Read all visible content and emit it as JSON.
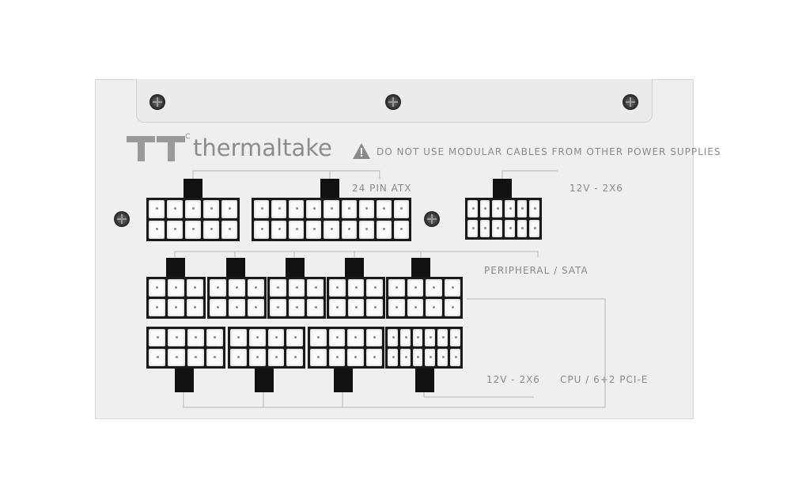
{
  "brand": {
    "logo_text": "TT",
    "name": "thermaltake"
  },
  "warning": {
    "icon": "warning-triangle-icon",
    "text": "DO NOT USE MODULAR CABLES FROM OTHER POWER SUPPLIES"
  },
  "labels": {
    "atx": "24 PIN ATX",
    "top_12v": "12V - 2X6",
    "peripheral": "PERIPHERAL / SATA",
    "bottom_12v": "12V - 2X6",
    "cpu_pcie": "CPU / 6+2 PCI-E"
  },
  "connectors": [
    {
      "name": "atx-10pin",
      "cols": 5,
      "rows": 2
    },
    {
      "name": "atx-18pin",
      "cols": 9,
      "rows": 2
    },
    {
      "name": "12v-2x6-top",
      "cols": 6,
      "rows": 2
    },
    {
      "name": "peripheral-1",
      "cols": 3,
      "rows": 2
    },
    {
      "name": "peripheral-2",
      "cols": 3,
      "rows": 2
    },
    {
      "name": "peripheral-3",
      "cols": 3,
      "rows": 2
    },
    {
      "name": "peripheral-4",
      "cols": 3,
      "rows": 2
    },
    {
      "name": "peripheral-5",
      "cols": 4,
      "rows": 2
    },
    {
      "name": "cpu-pcie-1",
      "cols": 4,
      "rows": 2
    },
    {
      "name": "cpu-pcie-2",
      "cols": 4,
      "rows": 2
    },
    {
      "name": "cpu-pcie-3",
      "cols": 4,
      "rows": 2
    },
    {
      "name": "12v-2x6-bottom",
      "cols": 6,
      "rows": 2
    }
  ]
}
